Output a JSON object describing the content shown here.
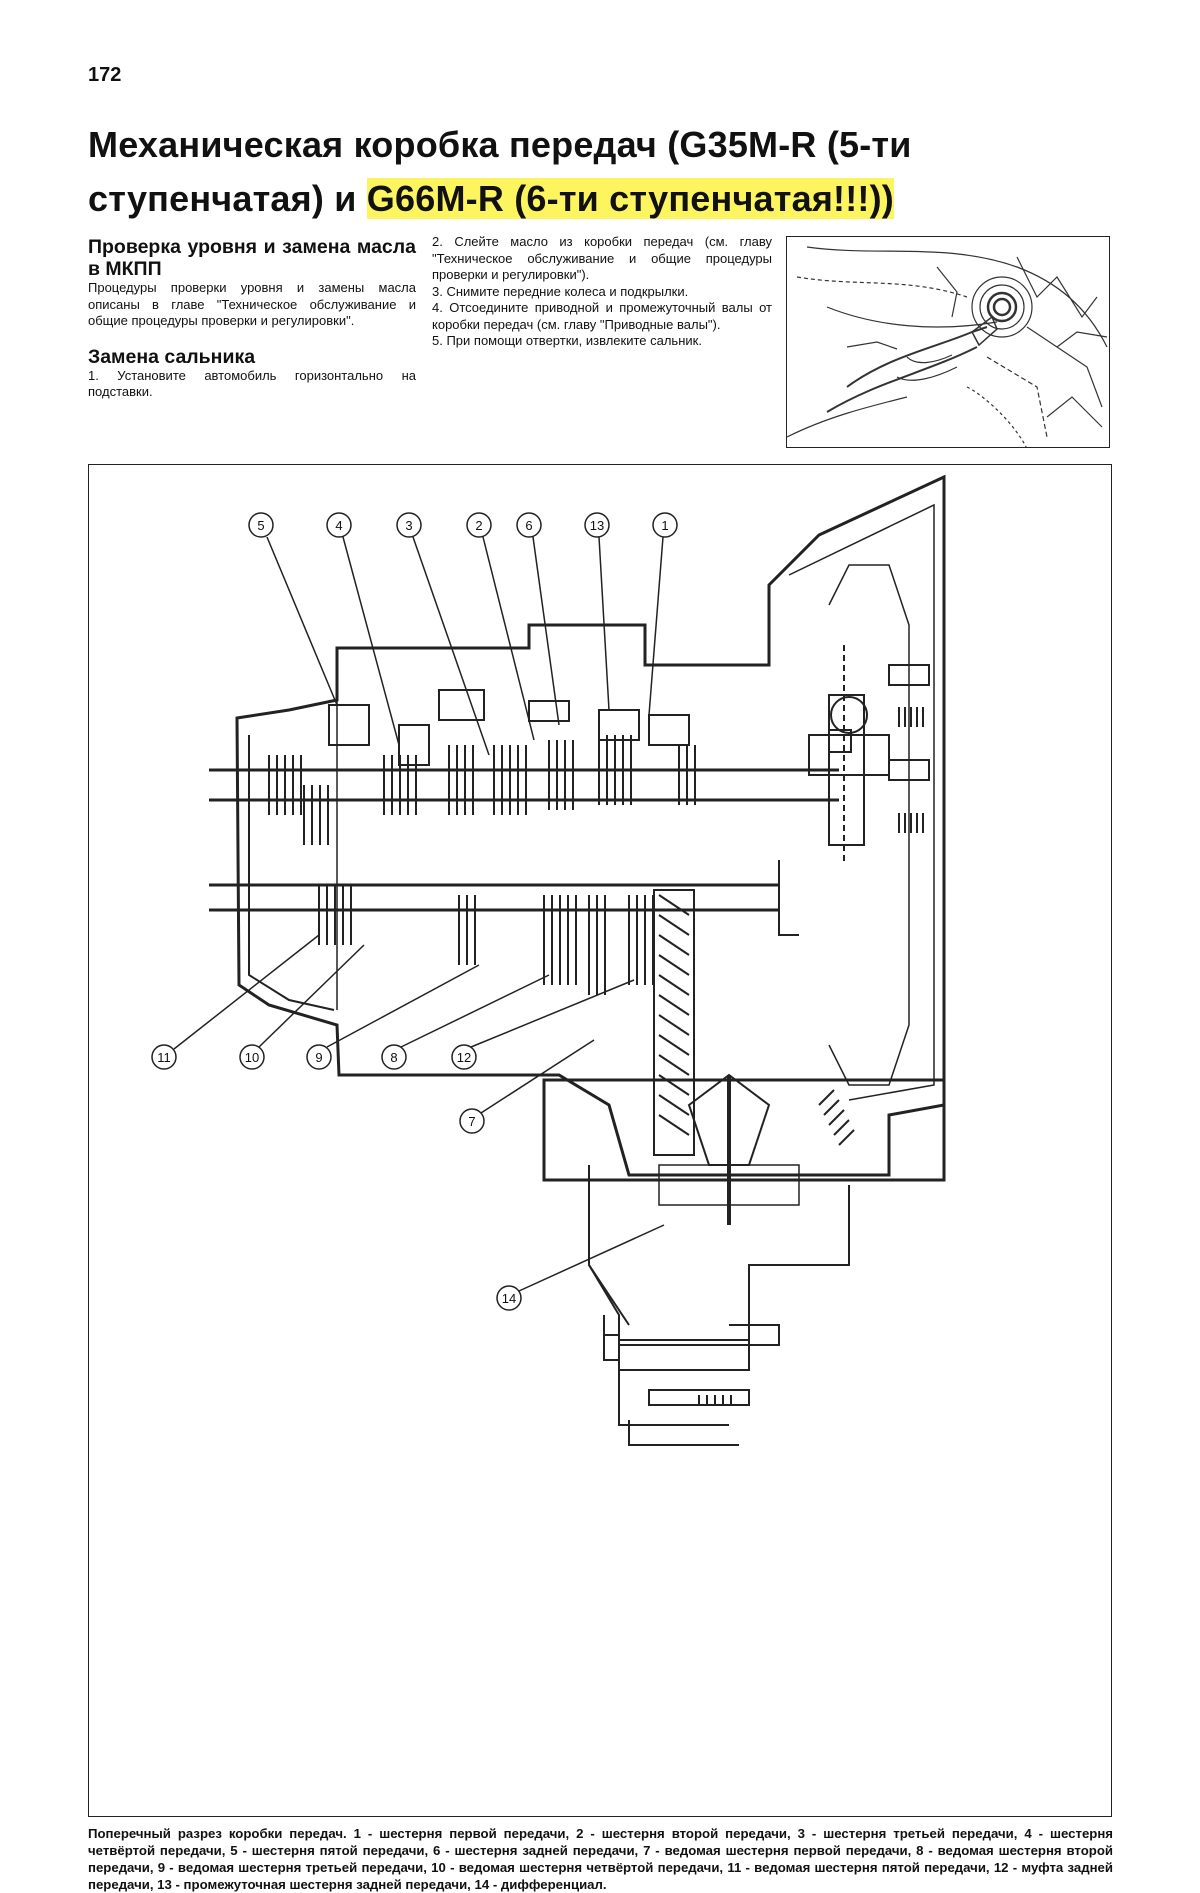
{
  "page_number": "172",
  "title": {
    "main": "Механическая коробка передач (G35M-R (5-ти ступенчатая) и ",
    "highlight": "G66M-R (6-ти ступенчатая!!!))"
  },
  "left_column": {
    "heading1": "Проверка уровня и замена масла в МКПП",
    "paragraph1": "Процедуры проверки уровня и замены масла описаны в главе \"Техническое обслуживание и общие процедуры проверки и регулировки\".",
    "heading2": "Замена сальника",
    "paragraph2": "1. Установите автомобиль горизонтально на подставки."
  },
  "middle_column": {
    "steps": [
      "2. Слейте масло из коробки передач (см. главу \"Техническое обслуживание и общие процедуры проверки и регулировки\").",
      "3. Снимите передние колеса и подкрылки.",
      "4. Отсоедините приводной и промежуточный валы от коробки передач (см. главу \"Приводные валы\").",
      "5. При помощи отвертки, извлеките сальник."
    ]
  },
  "diagram": {
    "callouts_top": [
      "5",
      "4",
      "3",
      "2",
      "6",
      "13",
      "1"
    ],
    "callouts_bottom": [
      "11",
      "10",
      "9",
      "8",
      "12",
      "7",
      "14"
    ]
  },
  "caption": "Поперечный разрез коробки передач. 1 - шестерня первой передачи, 2 - шестерня второй передачи, 3 - шестерня третьей передачи, 4 - шестерня четвёртой передачи, 5 - шестерня пятой передачи, 6 - шестерня задней передачи, 7 - ведомая шестерня первой передачи, 8 - ведомая шестерня второй передачи, 9 - ведомая шестерня третьей передачи, 10 - ведомая шестерня четвёртой передачи, 11 - ведомая шестерня пятой передачи, 12 - муфта задней передачи, 13 - промежуточная шестерня задней передачи, 14 - дифференциал."
}
